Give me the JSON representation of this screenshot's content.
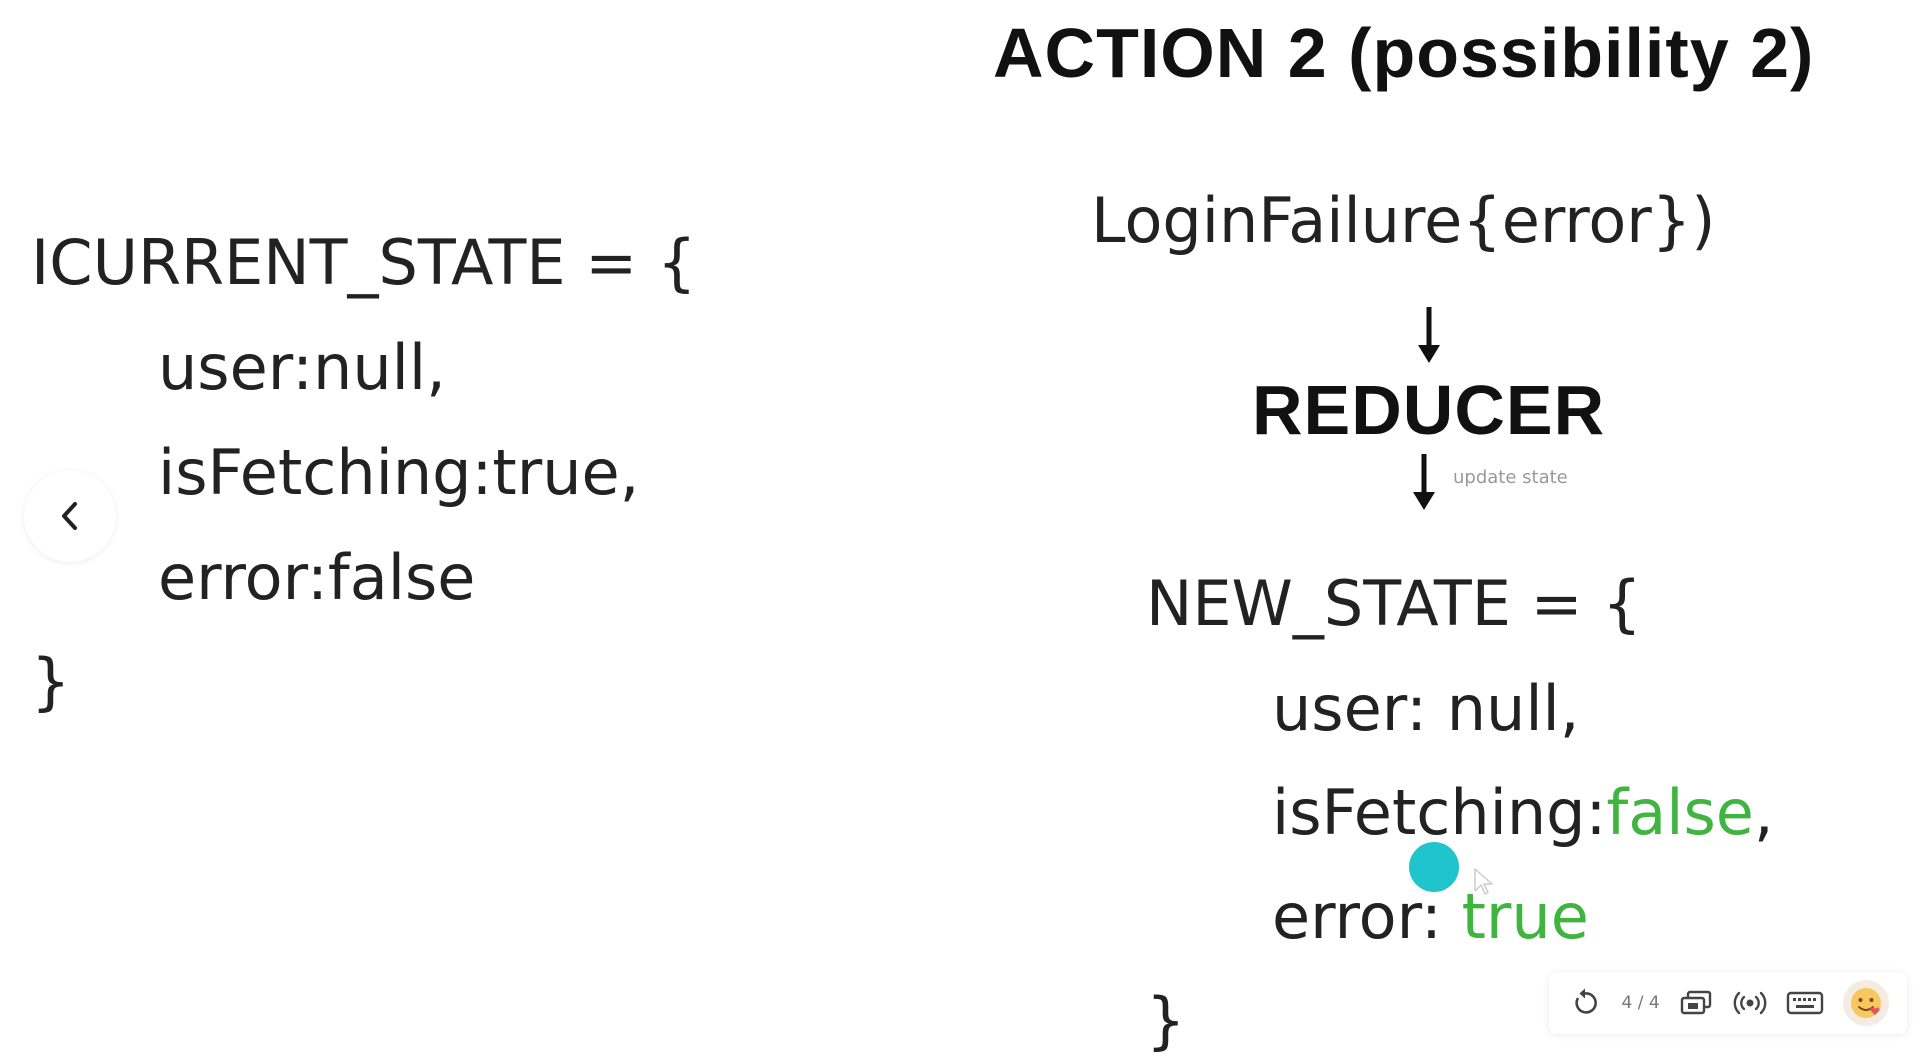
{
  "slide": {
    "title": "ACTION 2 (possibility 2)",
    "left_code": {
      "header": "ICURRENT_STATE = {",
      "fields": [
        "user:null,",
        "isFetching:true,",
        "error:false"
      ],
      "closing": "}"
    },
    "action_call": "LoginFailure{error})",
    "reducer_label": "REDUCER",
    "update_note": "update state",
    "right_code": {
      "header": "NEW_STATE = {",
      "user_line": "user: null,",
      "fetching_key": "isFetching:",
      "fetching_value": "false",
      "fetching_suffix": ",",
      "error_key": "error: ",
      "error_value": "true",
      "closing": "}"
    },
    "accent_color": "#3fb53f",
    "pointer_color": "#1fc4cc"
  },
  "navigation": {
    "prev_icon": "chevron-left-icon"
  },
  "toolbar": {
    "page_counter": "4 / 4",
    "icons": [
      "replay-icon",
      "screen-share-icon",
      "broadcast-icon",
      "keyboard-icon",
      "avatar"
    ]
  }
}
